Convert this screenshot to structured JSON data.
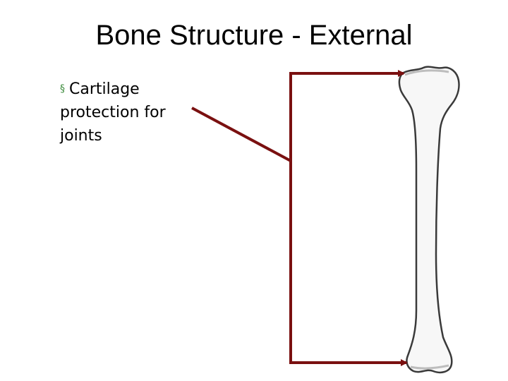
{
  "slide": {
    "title": "Bone Structure - External",
    "bullet": {
      "marker": "§",
      "text_line1": "Cartilage",
      "text_line2": "protection for",
      "text_line3": "joints"
    }
  },
  "colors": {
    "arrow": "#7a1010",
    "bone_fill": "#f7f7f7",
    "bone_outline": "#3a3a3a",
    "bullet_marker": "#3a8a3a"
  },
  "icons": {
    "bone": "long-bone-illustration",
    "arrows": "pointer-arrows"
  }
}
